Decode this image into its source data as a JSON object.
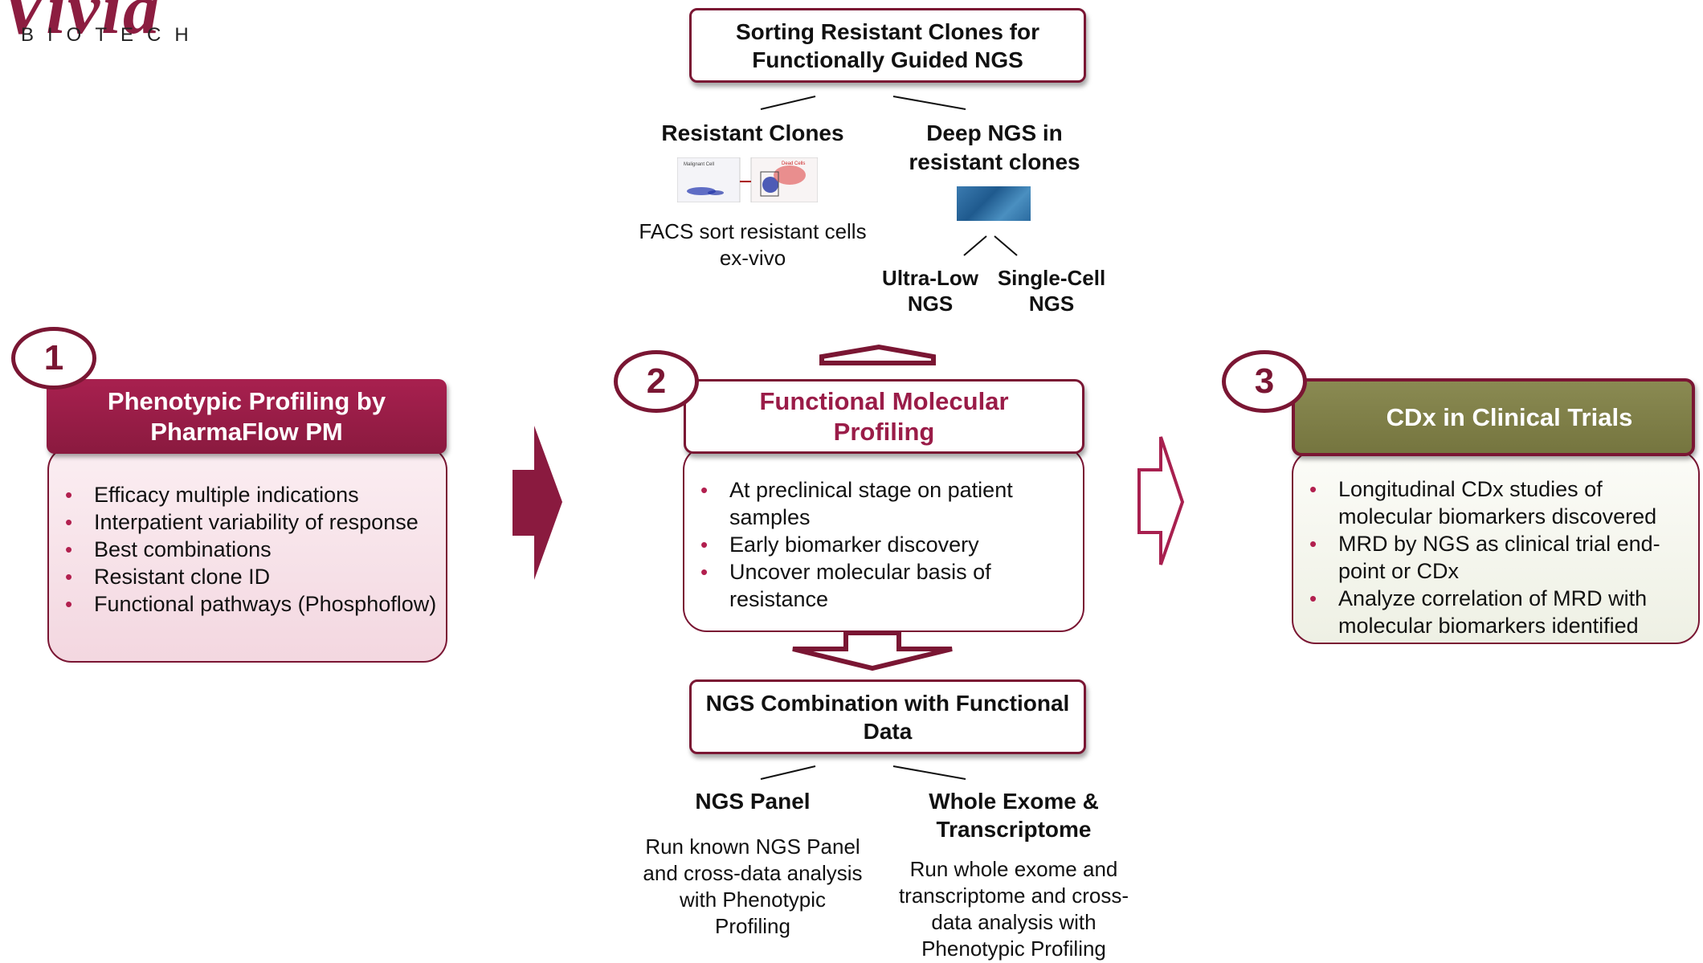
{
  "logo": {
    "mark": "Vivia",
    "subtitle": "BIOTECH"
  },
  "top": {
    "header": "Sorting Resistant Clones for Functionally Guided NGS",
    "resistant_clones": {
      "title": "Resistant Clones",
      "desc": "FACS sort resistant cells ex-vivo"
    },
    "deep_ngs": {
      "title": "Deep NGS in resistant clones",
      "ultra_low": "Ultra-Low NGS",
      "single_cell": "Single-Cell NGS"
    }
  },
  "step1": {
    "number": "1",
    "title": "Phenotypic Profiling by PharmaFlow PM",
    "bullets": [
      "Efficacy multiple indications",
      "Interpatient variability of response",
      "Best combinations",
      "Resistant clone ID",
      "Functional pathways (Phosphoflow)"
    ]
  },
  "step2": {
    "number": "2",
    "title": "Functional Molecular Profiling",
    "bullets": [
      "At preclinical stage on patient samples",
      "Early biomarker discovery",
      "Uncover molecular basis of resistance"
    ]
  },
  "step3": {
    "number": "3",
    "title": "CDx in Clinical Trials",
    "bullets": [
      "Longitudinal CDx studies of molecular biomarkers discovered",
      "MRD by NGS as clinical trial end-point or CDx",
      "Analyze correlation of MRD with molecular biomarkers identified"
    ]
  },
  "bottom": {
    "header": "NGS Combination with Functional Data",
    "ngs_panel": {
      "title": "NGS Panel",
      "desc": "Run known NGS Panel and cross-data analysis with Phenotypic Profiling"
    },
    "whole_exome": {
      "title": "Whole Exome & Transcriptome",
      "desc": "Run whole exome and transcriptome and cross-data analysis with Phenotypic Profiling"
    }
  },
  "colors": {
    "maroon": "#7a1633",
    "crimson": "#a8204f",
    "olive": "#7d7d45",
    "pink": "#f6e2e8"
  }
}
